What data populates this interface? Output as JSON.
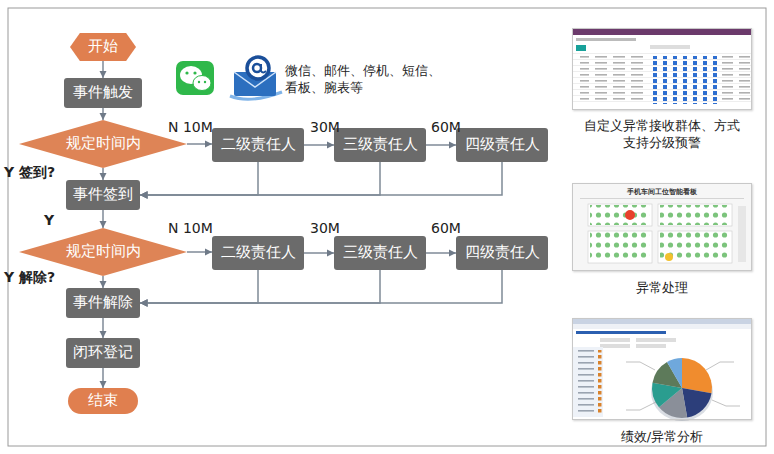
{
  "diagram": {
    "nodes": [
      {
        "text": [
          "开始"
        ]
      },
      {
        "text": [
          "事件触发"
        ]
      },
      {
        "text": [
          "规定时间内"
        ]
      },
      {
        "text": [
          "二级责任人"
        ]
      },
      {
        "text": [
          "三级责任人"
        ]
      },
      {
        "text": [
          "四级责任人"
        ]
      },
      {
        "text": [
          "事件签到"
        ]
      },
      {
        "text": [
          "规定时间内"
        ]
      },
      {
        "text": [
          "二级责任人"
        ]
      },
      {
        "text": [
          "三级责任人"
        ]
      },
      {
        "text": [
          "四级责任人"
        ]
      },
      {
        "text": [
          "事件解除"
        ]
      },
      {
        "text": [
          "闭环登记"
        ]
      },
      {
        "text": [
          "结束"
        ]
      },
      {
        "text": [
          "自定义异常接收群体、方式 支持分级预警"
        ]
      },
      {
        "text": [
          "手机车间工位智能看板",
          "异常处理"
        ]
      },
      {
        "text": [
          "绩效/异常分析"
        ]
      }
    ],
    "edges": [
      {
        "from": 0,
        "to": 1,
        "arrow": "to"
      },
      {
        "from": 1,
        "to": 2,
        "arrow": "to"
      },
      {
        "from": 2,
        "to": 3,
        "arrow": "to",
        "label": "N 10M"
      },
      {
        "from": 3,
        "to": 4,
        "arrow": "to",
        "label": "30M"
      },
      {
        "from": 4,
        "to": 5,
        "arrow": "to",
        "label": "60M"
      },
      {
        "from": 2,
        "to": 6,
        "arrow": "to",
        "label": "Y 签到?"
      },
      {
        "from": 3,
        "to": 6,
        "arrow": "to"
      },
      {
        "from": 4,
        "to": 6,
        "arrow": "to"
      },
      {
        "from": 5,
        "to": 6,
        "arrow": "to"
      },
      {
        "from": 6,
        "to": 7,
        "arrow": "to",
        "label": "Y"
      },
      {
        "from": 7,
        "to": 8,
        "arrow": "to",
        "label": "N 10M"
      },
      {
        "from": 8,
        "to": 9,
        "arrow": "to",
        "label": "30M"
      },
      {
        "from": 9,
        "to": 10,
        "arrow": "to",
        "label": "60M"
      },
      {
        "from": 7,
        "to": 11,
        "arrow": "to",
        "label": "Y 解除?"
      },
      {
        "from": 8,
        "to": 11,
        "arrow": "to"
      },
      {
        "from": 9,
        "to": 11,
        "arrow": "to"
      },
      {
        "from": 10,
        "to": 11,
        "arrow": "to"
      },
      {
        "from": 11,
        "to": 12,
        "arrow": "to"
      },
      {
        "from": 12,
        "to": 13,
        "arrow": "to"
      }
    ],
    "labels": [
      "微信、邮件、停机、短信、 看板、腕表等"
    ]
  }
}
